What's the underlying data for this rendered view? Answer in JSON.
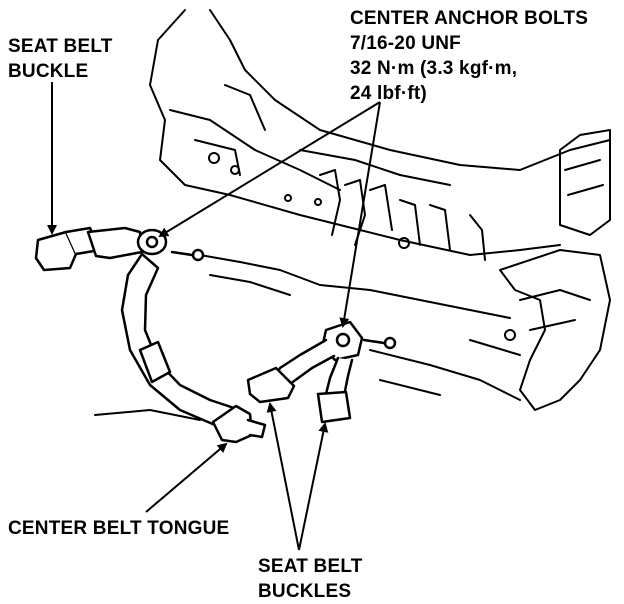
{
  "labels": {
    "center_anchor_bolts": [
      "CENTER ANCHOR BOLTS",
      "7/16-20 UNF",
      "32 N·m (3.3 kgf·m,",
      "24 lbf·ft)"
    ],
    "seat_belt_buckle": [
      "SEAT BELT",
      "BUCKLE"
    ],
    "center_belt_tongue": [
      "CENTER BELT TONGUE"
    ],
    "seat_belt_buckles": [
      "SEAT BELT",
      "BUCKLES"
    ]
  },
  "colors": {
    "ink": "#000000",
    "background": "#ffffff"
  }
}
